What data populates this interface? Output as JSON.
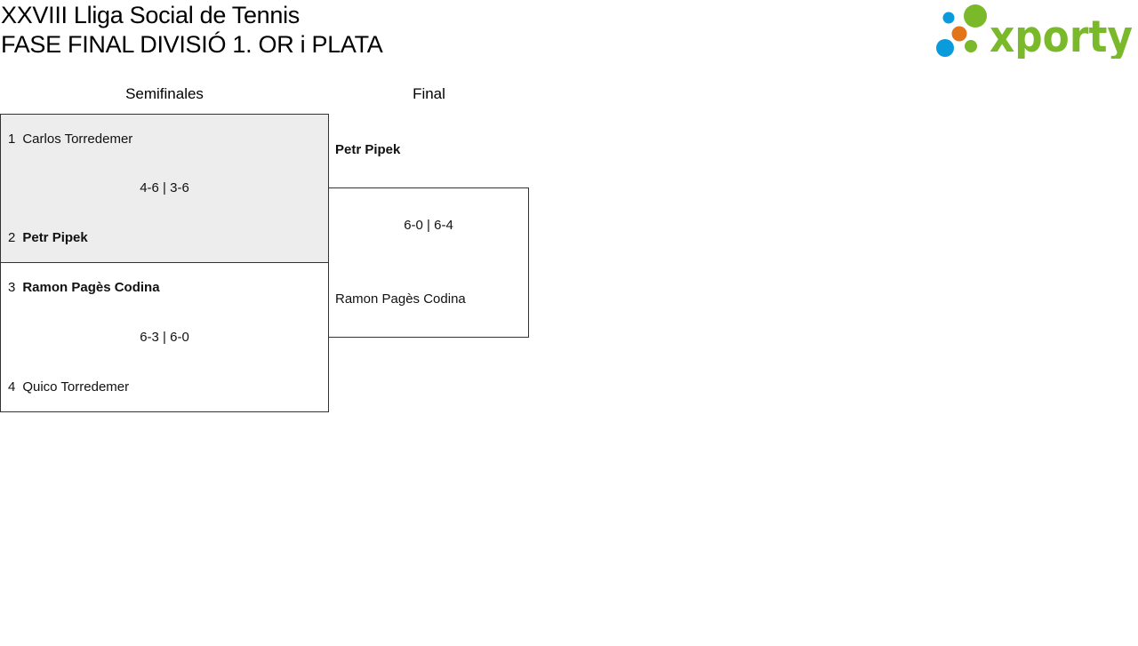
{
  "header": {
    "title_line1": "XXVIII Lliga Social de Tennis",
    "title_line2": "FASE FINAL DIVISIÓ 1. OR i PLATA",
    "logo_text": "xporty",
    "logo_colors": {
      "green": "#7ab929",
      "blue": "#0a9bdc",
      "orange": "#e2751a"
    }
  },
  "rounds": {
    "semifinals_label": "Semifinales",
    "final_label": "Final"
  },
  "semifinals": [
    {
      "player1": {
        "seed": "1",
        "name": "Carlos Torredemer"
      },
      "score": "4-6 | 3-6",
      "player2": {
        "seed": "2",
        "name": "Petr Pipek"
      },
      "winner": "player2"
    },
    {
      "player1": {
        "seed": "3",
        "name": "Ramon Pagès Codina"
      },
      "score": "6-3 | 6-0",
      "player2": {
        "seed": "4",
        "name": "Quico Torredemer"
      },
      "winner": "player1"
    }
  ],
  "final": {
    "player1": "Petr Pipek",
    "score": "6-0 | 6-4",
    "player2": "Ramon Pagès Codina",
    "winner": "player1"
  },
  "colors": {
    "highlight_bg": "#ededed",
    "border": "#333333"
  }
}
